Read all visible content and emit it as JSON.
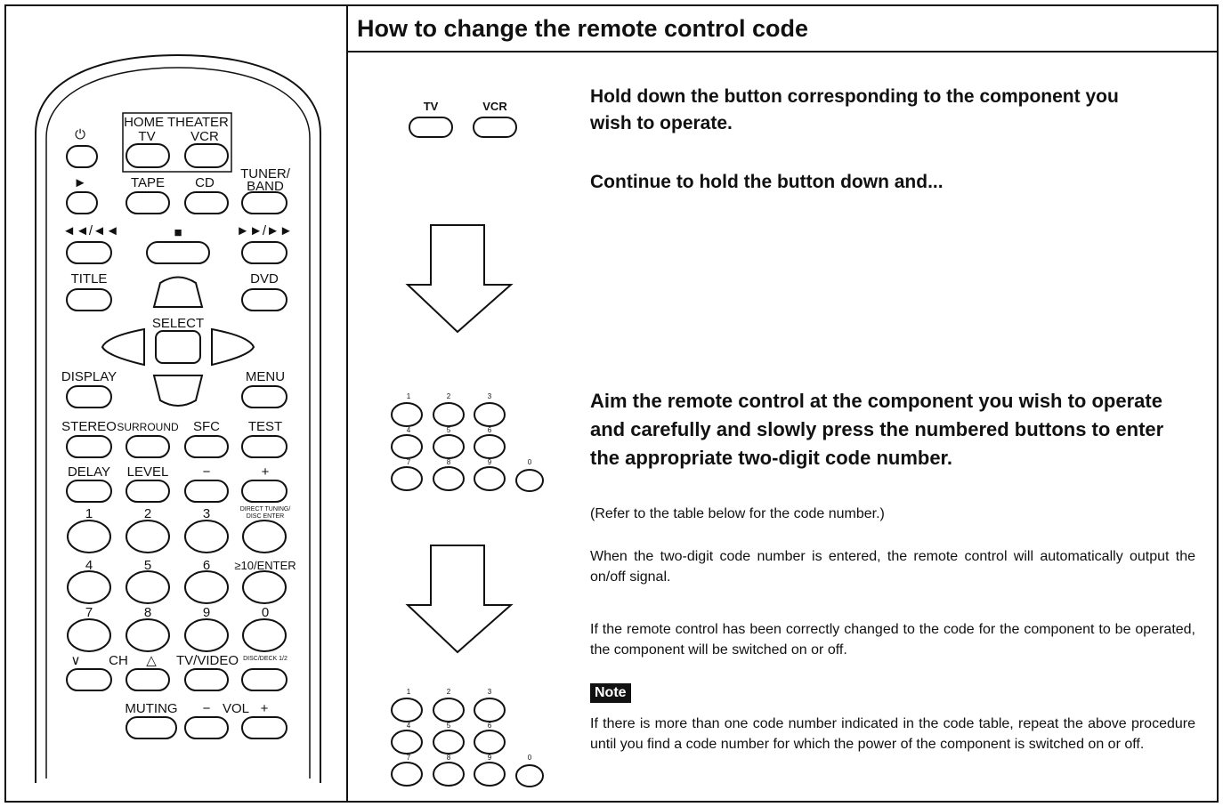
{
  "section_title": "How to change the remote control code",
  "remote": {
    "home_theater": "HOME THEATER",
    "tv": "TV",
    "vcr": "VCR",
    "play_icon": "►",
    "tape": "TAPE",
    "cd": "CD",
    "tuner_band": "TUNER/ BAND",
    "rew": "◄◄/◄◄",
    "stop_icon": "■",
    "ff": "►►/►►",
    "title": "TITLE",
    "dvd": "DVD",
    "select": "SELECT",
    "display": "DISPLAY",
    "menu": "MENU",
    "stereo": "STEREO",
    "surround": "SURROUND",
    "sfc": "SFC",
    "test": "TEST",
    "delay": "DELAY",
    "level": "LEVEL",
    "minus": "−",
    "plus": "+",
    "n1": "1",
    "n2": "2",
    "n3": "3",
    "direct_tuning": "DIRECT TUNING/ DISC ENTER",
    "n4": "4",
    "n5": "5",
    "n6": "6",
    "ge10_enter": "≥10/ENTER",
    "n7": "7",
    "n8": "8",
    "n9": "9",
    "n0": "0",
    "ch": "CH",
    "ch_down": "∨",
    "ch_up": "△",
    "tv_video": "TV/VIDEO",
    "disc_deck": "DISC/DECK 1/2",
    "muting": "MUTING",
    "vol": "VOL",
    "vol_minus": "−",
    "vol_plus": "+"
  },
  "illustration": {
    "tv_label": "TV",
    "vcr_label": "VCR",
    "digits": [
      "1",
      "2",
      "3",
      "4",
      "5",
      "6",
      "7",
      "8",
      "9",
      "0"
    ]
  },
  "steps": {
    "step1": "Hold down the button corresponding to the component you wish to operate.",
    "step2": "Continue to hold the button down and...",
    "step3": "Aim the remote control at the component you wish to operate and carefully and slowly press the numbered buttons to enter the appropriate two-digit code number.",
    "refer": "(Refer to the table below for the code number.)",
    "para1": "When the two-digit code number is entered, the remote control will automatically output the on/off signal.",
    "para2": "If the remote control has been correctly changed to the code for the component to be operated, the component will be switched on or off.",
    "note_label": "Note",
    "note_text": "If there is more than one code number indicated in the code table, repeat the above procedure until you find a code number for which the power of the component is switched on or off."
  }
}
